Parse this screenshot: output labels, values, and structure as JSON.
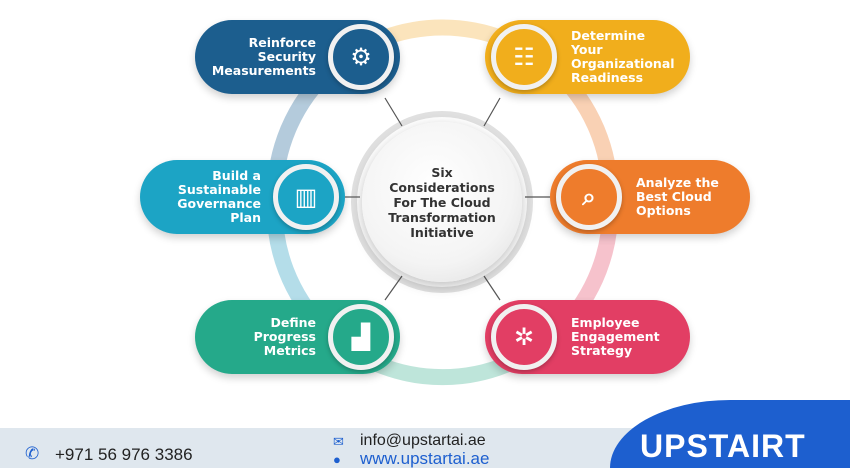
{
  "center_title": "Six Considerations For The Cloud Transformation Initiative",
  "items": [
    {
      "label": "Reinforce Security Measurements",
      "color": "#1c5e8e",
      "icon": "security-gear-icon"
    },
    {
      "label": "Determine Your Organizational Readiness",
      "color": "#f1ae1c",
      "icon": "org-chart-icon"
    },
    {
      "label": "Build a Sustainable Governance Plan",
      "color": "#1ca4c5",
      "icon": "governance-building-icon"
    },
    {
      "label": "Analyze the Best Cloud Options",
      "color": "#ee7c2c",
      "icon": "magnifier-check-icon"
    },
    {
      "label": "Define Progress Metrics",
      "color": "#25a98a",
      "icon": "bar-chart-icon"
    },
    {
      "label": "Employee Engagement Strategy",
      "color": "#e23e64",
      "icon": "people-network-icon"
    }
  ],
  "footer": {
    "phone": "+971 56 976 3386",
    "email": "info@upstartai.ae",
    "website": "www.upstartai.ae",
    "brand": "UPSTAIRT"
  }
}
